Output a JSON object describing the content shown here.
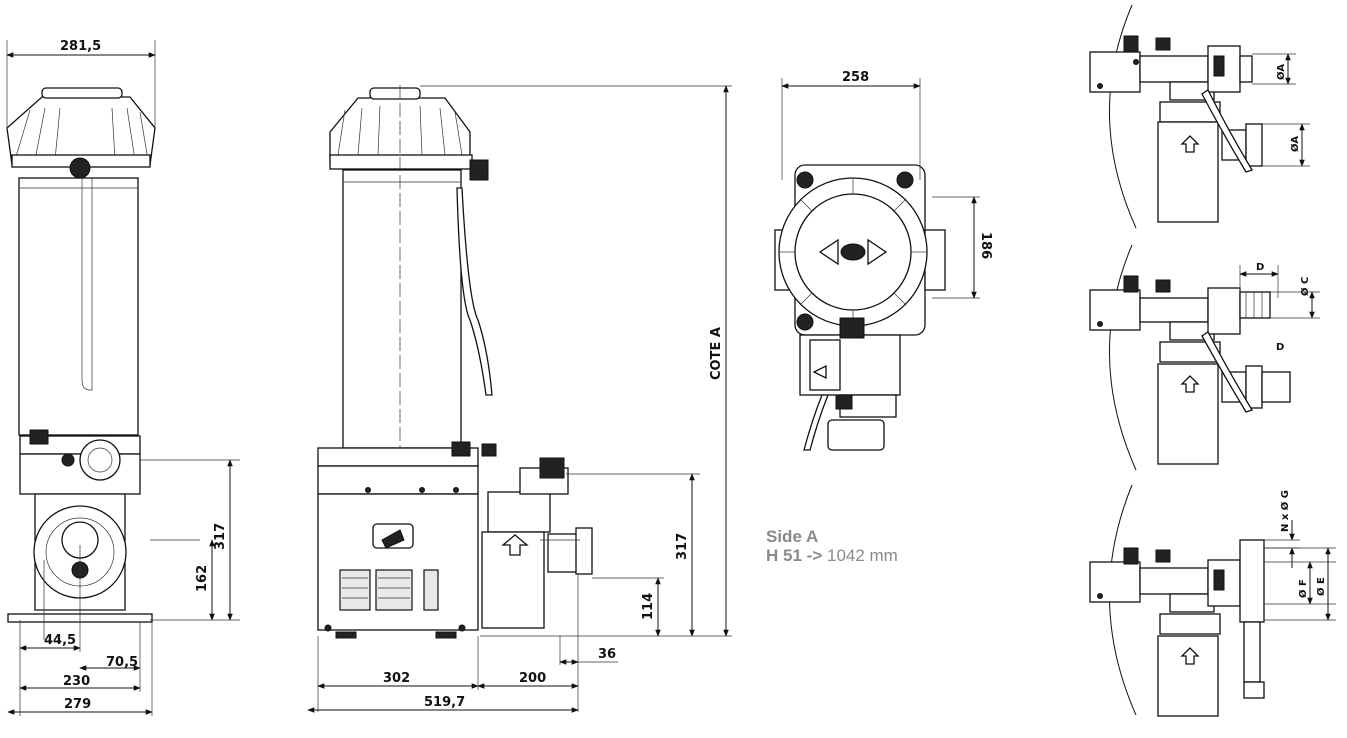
{
  "views": {
    "front": {
      "dims": {
        "top_width": "281,5",
        "height_right": "317",
        "height_mid": "162",
        "inner_offset": "44,5",
        "side_offset": "70,5",
        "base_inner": "230",
        "base_outer": "279"
      }
    },
    "side": {
      "dims": {
        "height_total": "COTE A",
        "height_body": "317",
        "height_outlet": "114",
        "width_body": "302",
        "width_pump": "200",
        "width_total": "519,7",
        "pipe_offset": "36"
      }
    },
    "top": {
      "dims": {
        "width": "258",
        "mount_spacing": "186"
      }
    },
    "details": {
      "a": {
        "diameter_top": "ØA",
        "diameter_bottom": "ØA"
      },
      "b": {
        "length": "D",
        "diameter": "Ø C",
        "label_lower": "D"
      },
      "c": {
        "thread": "N x Ø G",
        "diameter_f": "Ø F",
        "diameter_e": "Ø E"
      }
    }
  },
  "legend": {
    "side": "Side A",
    "model": "H 51",
    "arrow": "->",
    "value": "1042 mm"
  }
}
